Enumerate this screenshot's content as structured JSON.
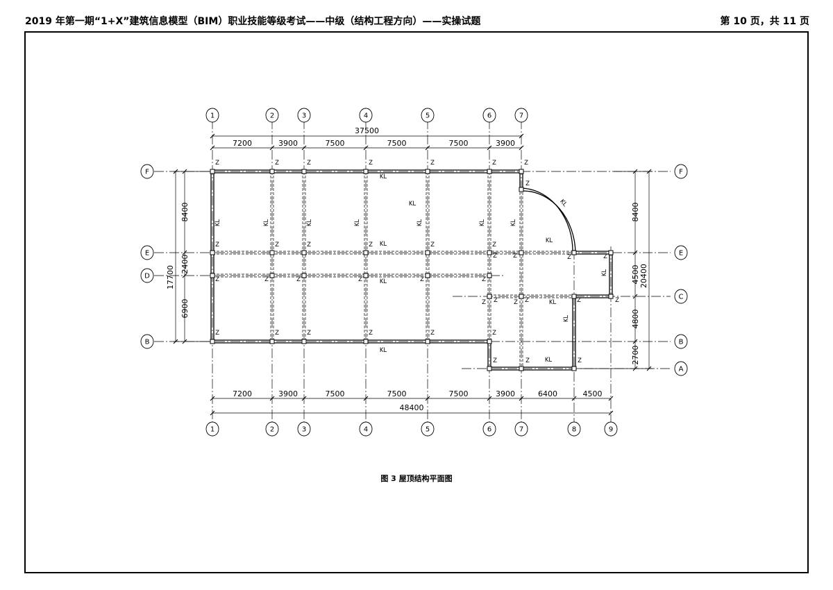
{
  "header": {
    "exam_title": "2019 年第一期“1+X”建筑信息模型（BIM）职业技能等级考试——中级（结构工程方向）——实操试题",
    "page_indicator": "第 10 页，共 11 页"
  },
  "drawing": {
    "caption": "图 3  屋顶结构平面图",
    "column_mark": "Z",
    "beam_mark": "KL",
    "grid_x_labels": [
      "1",
      "2",
      "3",
      "4",
      "5",
      "6",
      "7",
      "8",
      "9"
    ],
    "grid_y_labels": [
      "F",
      "E",
      "D",
      "C",
      "B",
      "A"
    ],
    "top_spans": [
      "7200",
      "3900",
      "7500",
      "7500",
      "7500",
      "3900"
    ],
    "top_total": "37500",
    "bottom_spans": [
      "7200",
      "3900",
      "7500",
      "7500",
      "7500",
      "3900",
      "6400",
      "4500"
    ],
    "bottom_total": "48400",
    "left_spans": [
      "8400",
      "2400",
      "6900"
    ],
    "left_total": "17700",
    "right_spans": [
      "8400",
      "4500",
      "4800",
      "2700"
    ],
    "right_total": "20400"
  }
}
